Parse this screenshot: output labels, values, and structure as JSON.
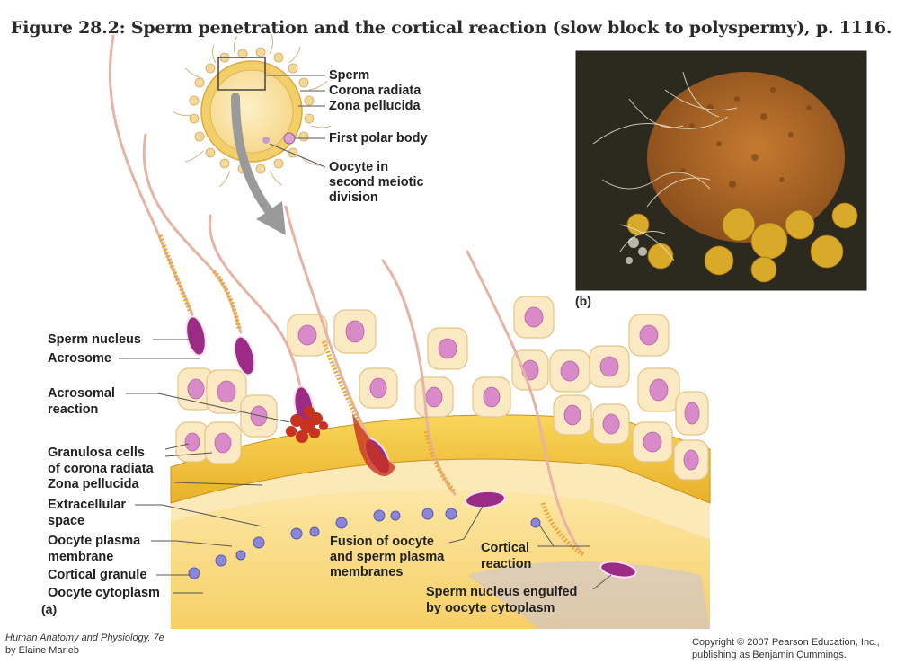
{
  "title": "Figure 28.2:  Sperm penetration and the cortical reaction (slow block to polyspermy), p. 1116.",
  "panel_a": "(a)",
  "panel_b": "(b)",
  "top_labels": {
    "sperm": "Sperm",
    "corona_radiata": "Corona radiata",
    "zona_pellucida": "Zona pellucida",
    "first_polar_body": "First polar body",
    "oocyte_line1": "Oocyte in",
    "oocyte_line2": "second meiotic",
    "oocyte_line3": "division"
  },
  "left_labels": {
    "sperm_nucleus": "Sperm nucleus",
    "acrosome": "Acrosome",
    "acrosomal_line1": "Acrosomal",
    "acrosomal_line2": "reaction",
    "granulosa_line1": "Granulosa cells",
    "granulosa_line2": "of corona radiata",
    "zona_pellucida": "Zona pellucida",
    "extracellular_line1": "Extracellular",
    "extracellular_line2": "space",
    "plasma_line1": "Oocyte plasma",
    "plasma_line2": "membrane",
    "cortical_granule": "Cortical granule",
    "oocyte_cytoplasm": "Oocyte cytoplasm"
  },
  "inner_labels": {
    "fusion_line1": "Fusion of oocyte",
    "fusion_line2": "and sperm plasma",
    "fusion_line3": "membranes",
    "cortical_line1": "Cortical",
    "cortical_line2": "reaction",
    "engulfed_line1": "Sperm nucleus engulfed",
    "engulfed_line2": "by oocyte cytoplasm"
  },
  "credits": {
    "book": "Human Anatomy and Physiology, 7e",
    "author": "by Elaine Marieb",
    "copyright_line1": "Copyright © 2007 Pearson Education, Inc.,",
    "copyright_line2": "publishing as Benjamin Cummings."
  },
  "colors": {
    "granulosa_fill": "#fbe8c0",
    "granulosa_nucleus": "#d98bc9",
    "zona_fill": "#f2c23a",
    "cytoplasm_fill": "#fbdc8a",
    "sperm_head": "#9b2c86",
    "acrosome_reaction": "#c8321e",
    "cortical_granule": "#8a86d8",
    "photo_bg": "#2b2a1e",
    "photo_oocyte": "#b86b2a"
  },
  "icons": {
    "arrow": "curved-gray-arrow-icon",
    "zoom_box": "zoom-box-icon"
  }
}
